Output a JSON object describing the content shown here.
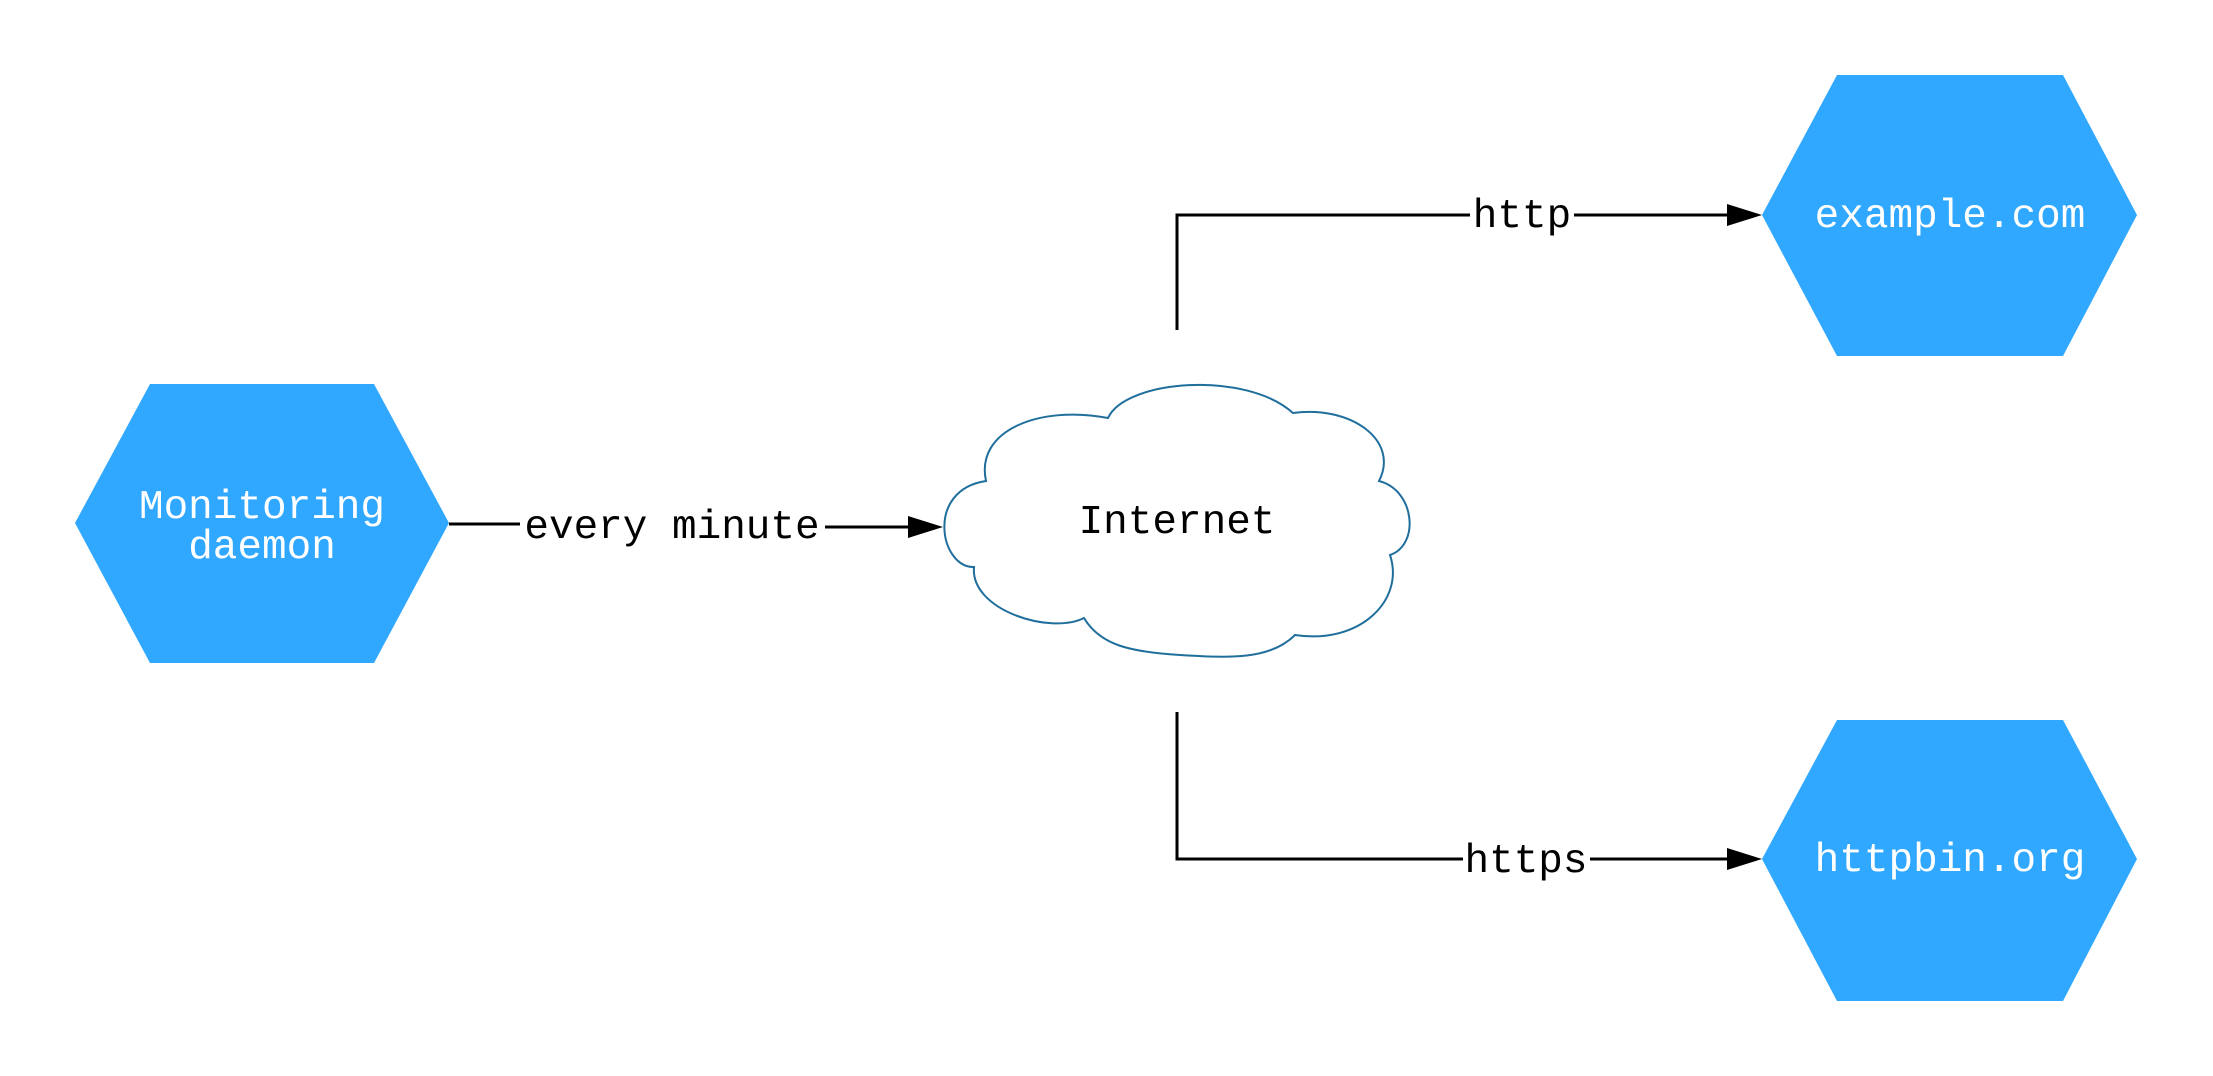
{
  "colors": {
    "node_fill": "#31A8FF",
    "cloud_stroke": "#1F6E9C",
    "edge": "#000000"
  },
  "nodes": {
    "daemon": {
      "line1": "Monitoring",
      "line2": "daemon",
      "shape": "hexagon"
    },
    "internet": {
      "label": "Internet",
      "shape": "cloud"
    },
    "example": {
      "label": "example.com",
      "shape": "hexagon"
    },
    "httpbin": {
      "label": "httpbin.org",
      "shape": "hexagon"
    }
  },
  "edges": [
    {
      "from": "Monitoring daemon",
      "to": "Internet",
      "label": "every minute"
    },
    {
      "from": "Internet",
      "to": "example.com",
      "label": "http"
    },
    {
      "from": "Internet",
      "to": "httpbin.org",
      "label": "https"
    }
  ]
}
